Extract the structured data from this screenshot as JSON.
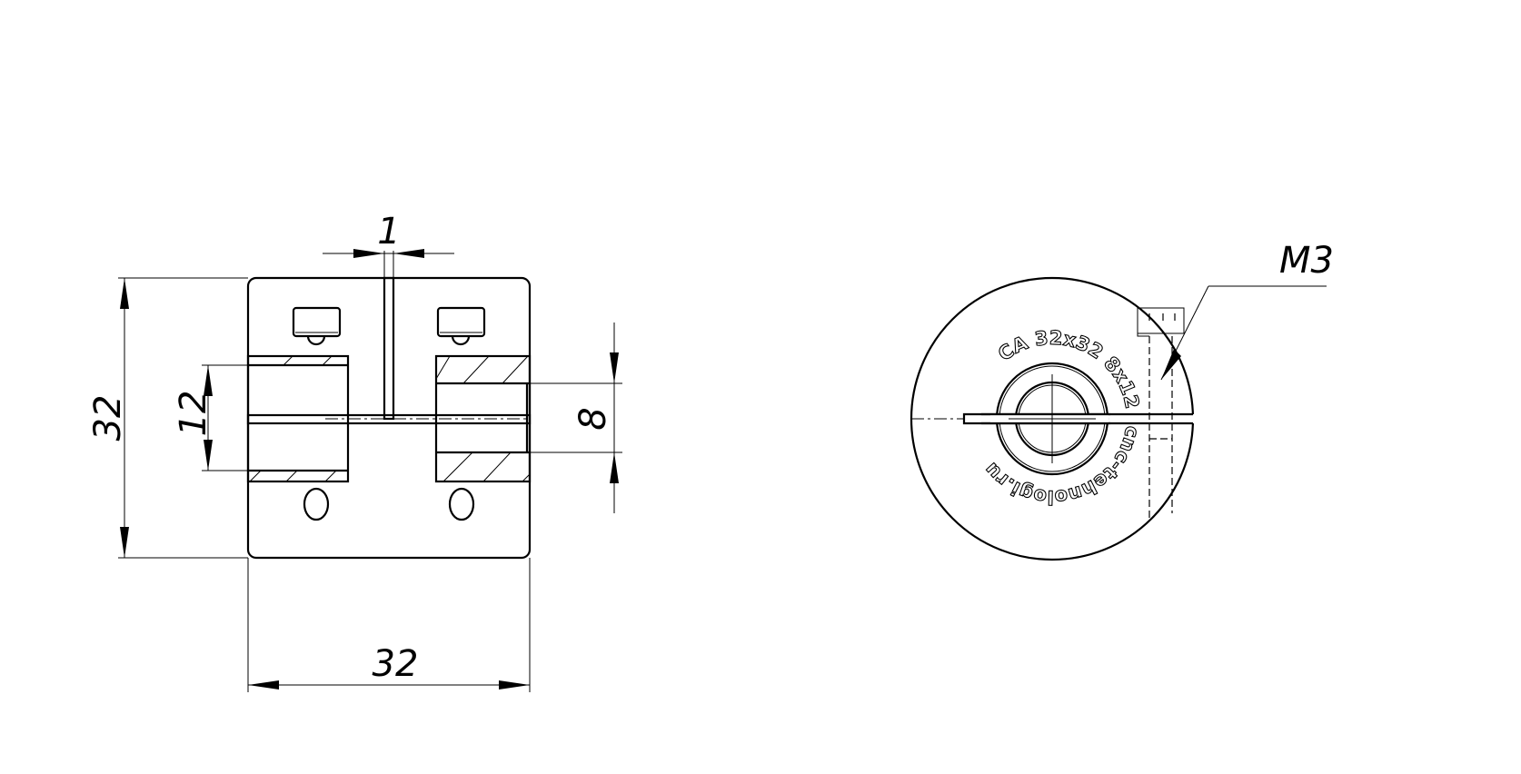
{
  "drawing": {
    "side_view": {
      "dim_slot_width": "1",
      "dim_height": "32",
      "dim_bore_left": "12",
      "dim_bore_right": "8",
      "dim_width": "32"
    },
    "end_view": {
      "thread_label": "M3",
      "engraving_top": "CA 32x32 8x12",
      "engraving_bottom": "cnc-tehnologi.ru"
    }
  }
}
